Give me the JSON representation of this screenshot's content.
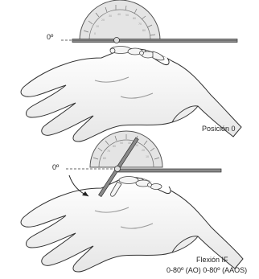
{
  "labels": {
    "zero_top": "0º",
    "zero_bottom": "0º",
    "position_caption": "Posición 0",
    "flexion_title": "Flexión IF",
    "flexion_values": "0-80º (AO)  0-80º (AAOS)"
  },
  "colors": {
    "line": "#333333",
    "skin": "#ffffff",
    "shade": "#dcdcdc",
    "protractor_fill": "#e4e4e4",
    "bones": "#f4f4f4"
  }
}
